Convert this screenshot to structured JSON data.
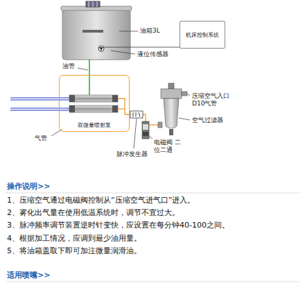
{
  "diagram": {
    "nodes": [
      {
        "text": [
          "机床控制系统"
        ]
      },
      {
        "text": [
          "双微量喷射泵"
        ]
      }
    ],
    "labels": [
      "油箱3L",
      "液位传感器",
      "油管",
      "气管",
      "脉冲发生器",
      "电磁阀 二位二通",
      "压缩空气入口 D10气管",
      "空气过滤器",
      "操作说明>>",
      "1、压缩空气通过电磁阀控制从“压缩空气进气口”进入。",
      "2、雾化出气量在使用低温系统时，调节不宜过大。",
      "3、脉冲频率调节装置逆时针变快，应设置在每分钟40-100之间。",
      "4、根据加工情况，应调到最少油用量。",
      "5、将油箱盖取下即可加注微量润滑油。",
      "适用喷嘴>>"
    ]
  }
}
